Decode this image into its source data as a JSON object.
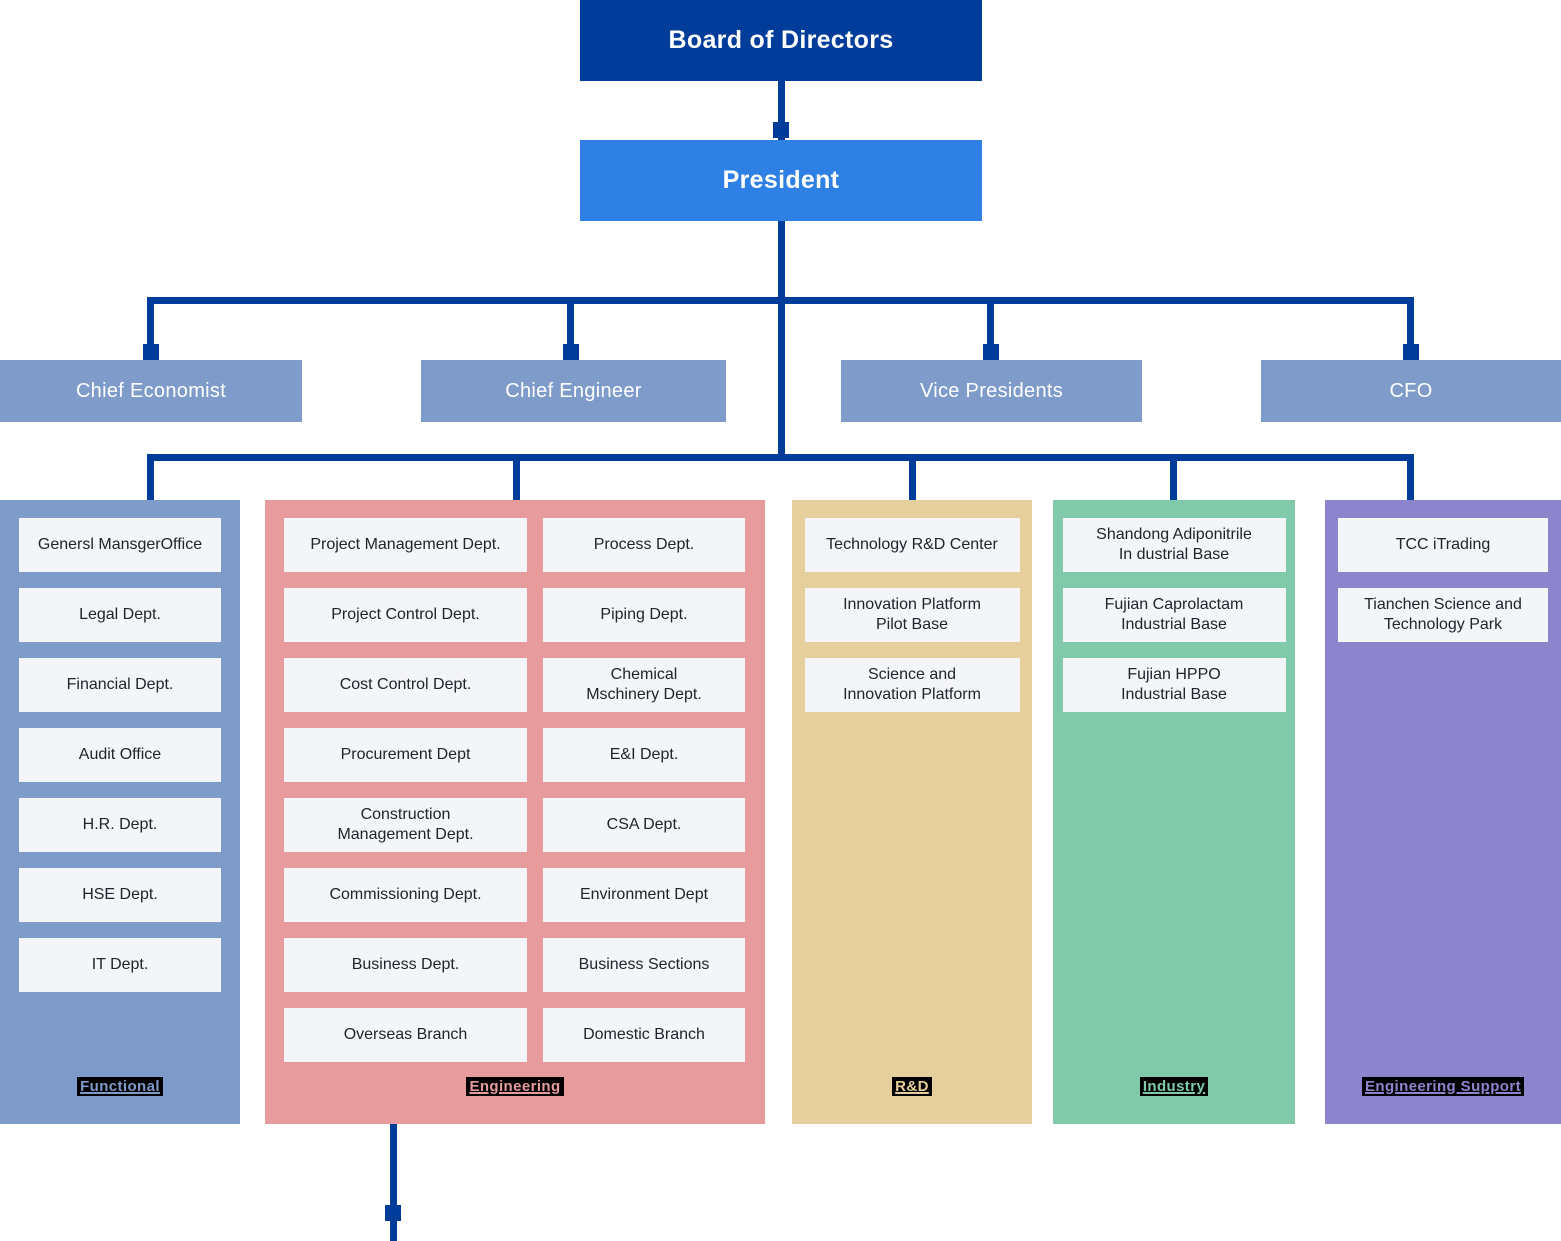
{
  "palette": {
    "navy": "#003D9B",
    "president_blue": "#2F80E4",
    "periwinkle": "#7E9BC9",
    "pink": "#E89B9D",
    "tan": "#E5CF9C",
    "green": "#80CAAB",
    "purple": "#8C85CE",
    "item_background": "#F4F5F8",
    "item_text": "#20242C",
    "label_background": "#000000"
  },
  "root": {
    "label": "Board of Directors"
  },
  "president": {
    "label": "President"
  },
  "executives": [
    {
      "label": "Chief Economist"
    },
    {
      "label": "Chief Engineer"
    },
    {
      "label": "Vice Presidents"
    },
    {
      "label": "CFO"
    }
  ],
  "groups": [
    {
      "label": "Functional",
      "color": "#7E9BC9",
      "items": [
        "Genersl MansgerOffice",
        "Legal Dept.",
        "Financial Dept.",
        "Audit Office",
        "H.R. Dept.",
        "HSE Dept.",
        "IT Dept."
      ]
    },
    {
      "label": "Engineering",
      "color": "#E89B9D",
      "left": [
        "Project Management Dept.",
        "Project Control Dept.",
        "Cost Control Dept.",
        "Procurement Dept",
        "Construction\nManagement Dept.",
        "Commissioning Dept.",
        "Business Dept.",
        "Overseas Branch"
      ],
      "right": [
        "Process Dept.",
        "Piping Dept.",
        "Chemical\nMschinery Dept.",
        "E&I Dept.",
        "CSA Dept.",
        "Environment Dept",
        "Business Sections",
        "Domestic Branch"
      ]
    },
    {
      "label": "R&D",
      "color": "#E5CF9C",
      "items": [
        "Technology R&D Center",
        "Innovation Platform\nPilot Base",
        "Science and\nInnovation Platform"
      ]
    },
    {
      "label": "Industry",
      "color": "#80CAAB",
      "items": [
        "Shandong Adiponitrile\nIn dustrial Base",
        "Fujian Caprolactam\nIndustrial Base",
        "Fujian HPPO\nIndustrial Base"
      ]
    },
    {
      "label": "Engineering Support",
      "color": "#8C85CE",
      "items": [
        "TCC iTrading",
        "Tianchen Science and\nTechnology Park"
      ]
    }
  ]
}
